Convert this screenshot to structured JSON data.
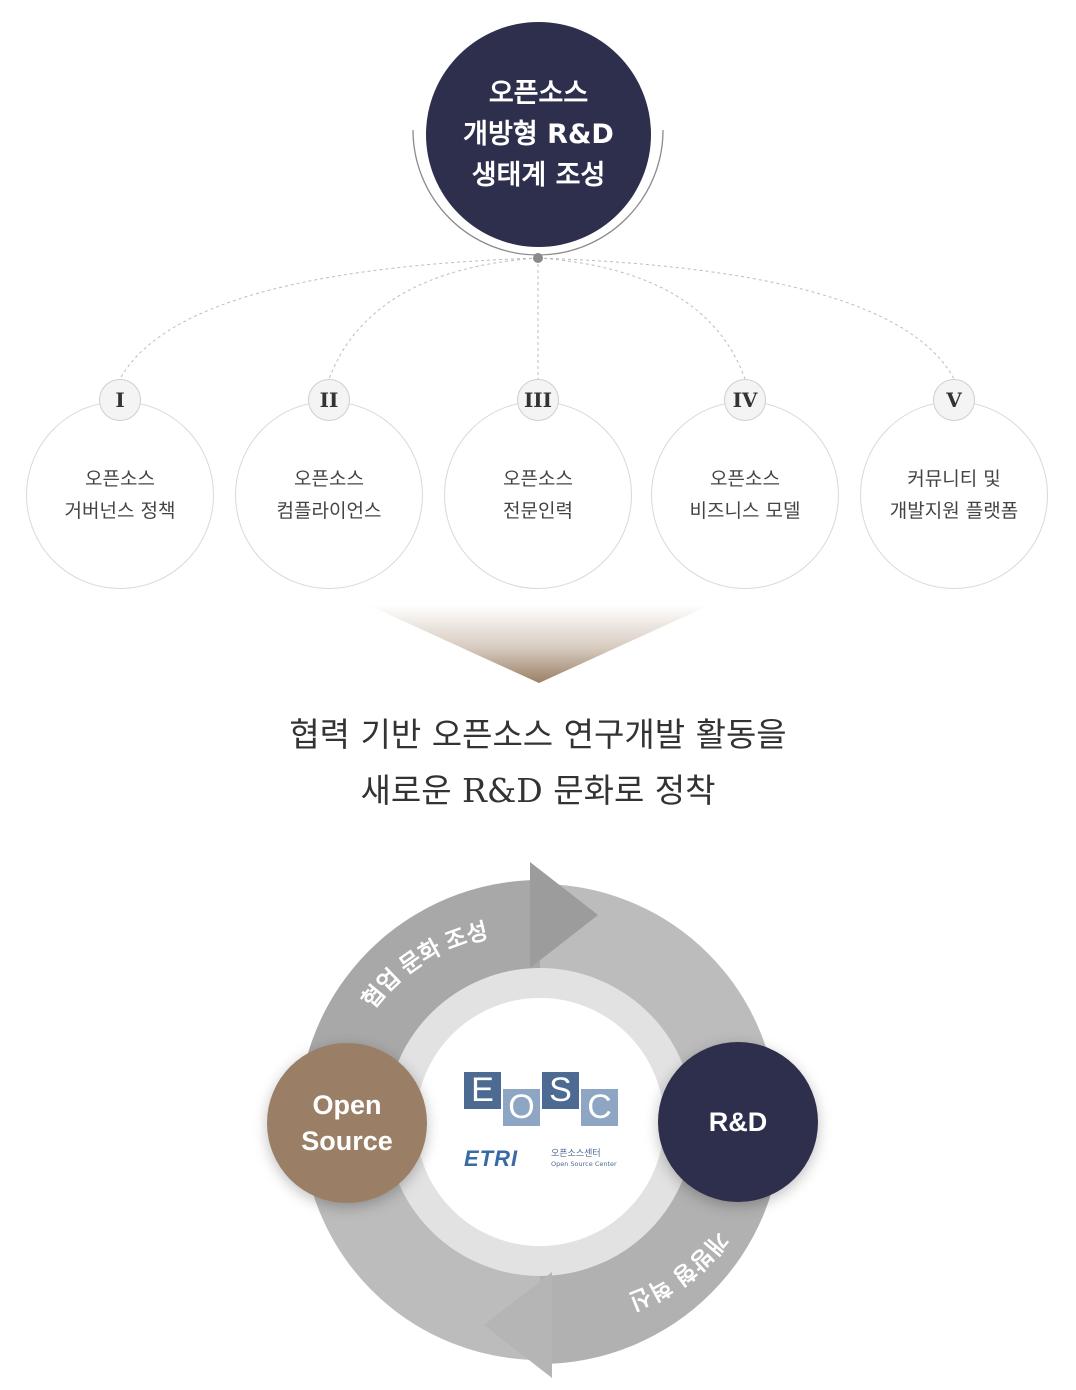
{
  "top": {
    "line1": "오픈소스",
    "line2": "개방형 R&D",
    "line3": "생태계 조성"
  },
  "pillars": [
    {
      "numeral": "I",
      "line1": "오픈소스",
      "line2": "거버넌스 정책"
    },
    {
      "numeral": "II",
      "line1": "오픈소스",
      "line2": "컴플라이언스"
    },
    {
      "numeral": "III",
      "line1": "오픈소스",
      "line2": "전문인력"
    },
    {
      "numeral": "IV",
      "line1": "오픈소스",
      "line2": "비즈니스 모델"
    },
    {
      "numeral": "V",
      "line1": "커뮤니티 및",
      "line2": "개발지원 플랫폼"
    }
  ],
  "slogan": {
    "line1": "협력 기반 오픈소스 연구개발 활동을",
    "line2": "새로운 R&D 문화로 정착"
  },
  "cycle": {
    "arrow_top": "협업 문화 조성",
    "arrow_bottom": "개방형 혁신",
    "left_node": {
      "line1": "Open",
      "line2": "Source"
    },
    "right_node": "R&D"
  },
  "logo": {
    "letters": [
      "E",
      "O",
      "S",
      "C"
    ],
    "etri": "ETRI",
    "korean": "오픈소스센터",
    "english": "Open Source Center"
  },
  "colors": {
    "navy": "#2d2f4d",
    "brown": "#9a7f66",
    "logo_dark": "#4d6b92",
    "logo_light": "#8ea6c3",
    "etri_blue": "#3a6aa3",
    "etri_red": "#c0392b"
  }
}
